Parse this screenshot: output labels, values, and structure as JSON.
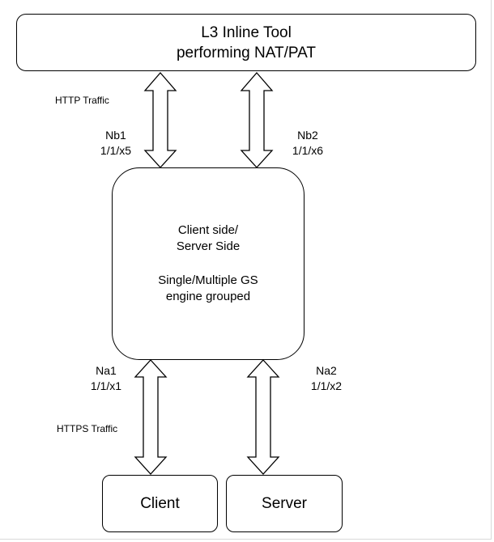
{
  "top_box": {
    "line1": "L3 Inline Tool",
    "line2": "performing NAT/PAT"
  },
  "center_box": {
    "line1": "Client side/",
    "line2": "Server Side",
    "line3": "Single/Multiple GS",
    "line4": "engine grouped"
  },
  "client_box": {
    "label": "Client"
  },
  "server_box": {
    "label": "Server"
  },
  "ports": {
    "nb1": {
      "name": "Nb1",
      "port": "1/1/x5"
    },
    "nb2": {
      "name": "Nb2",
      "port": "1/1/x6"
    },
    "na1": {
      "name": "Na1",
      "port": "1/1/x1"
    },
    "na2": {
      "name": "Na2",
      "port": "1/1/x2"
    }
  },
  "traffic": {
    "http": "HTTP Traffic",
    "https": "HTTPS Traffic"
  }
}
